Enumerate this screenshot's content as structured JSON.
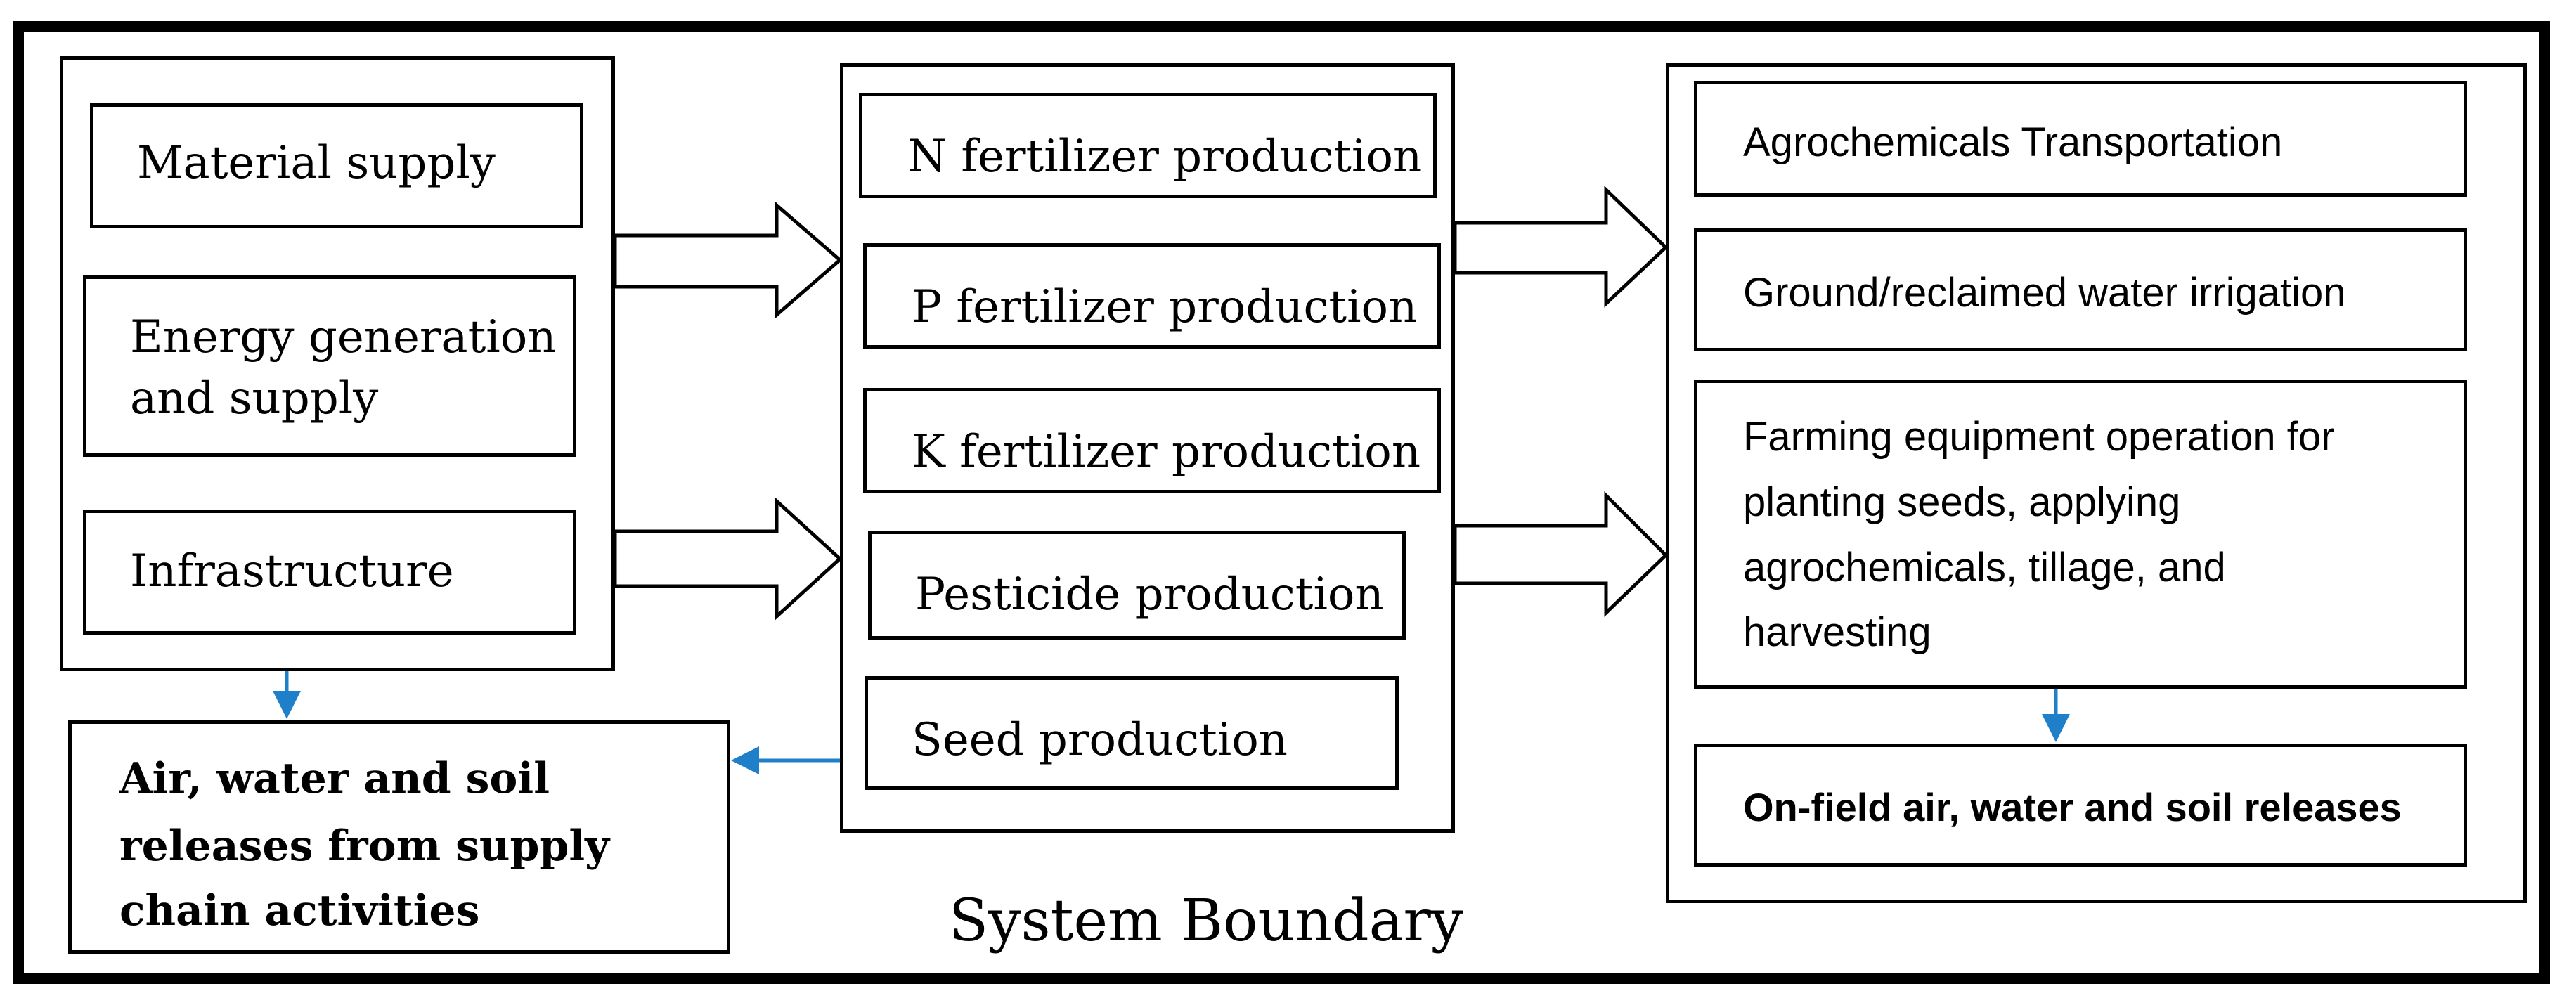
{
  "diagram": {
    "supply": {
      "material": "Material supply",
      "energy_line1": "Energy generation",
      "energy_line2": "and supply",
      "infrastructure": "Infrastructure"
    },
    "production": {
      "n": "N fertilizer production",
      "p": "P fertilizer production",
      "k": "K fertilizer production",
      "pesticide": "Pesticide production",
      "seed": "Seed production"
    },
    "onfield": {
      "transport": "Agrochemicals Transportation",
      "irrigation": "Ground/reclaimed water irrigation",
      "equipment_line1": "Farming equipment operation for",
      "equipment_line2": "planting seeds, applying",
      "equipment_line3": "agrochemicals, tillage, and",
      "equipment_line4": "harvesting",
      "releases": "On-field air, water and soil releases"
    },
    "supply_chain_releases_line1": "Air, water and soil",
    "supply_chain_releases_line2": "releases from supply",
    "supply_chain_releases_line3": "chain activities",
    "boundary_label": "System Boundary"
  },
  "colors": {
    "line": "#000000",
    "flow_arrow": "#1f7fc8",
    "background": "#ffffff"
  }
}
